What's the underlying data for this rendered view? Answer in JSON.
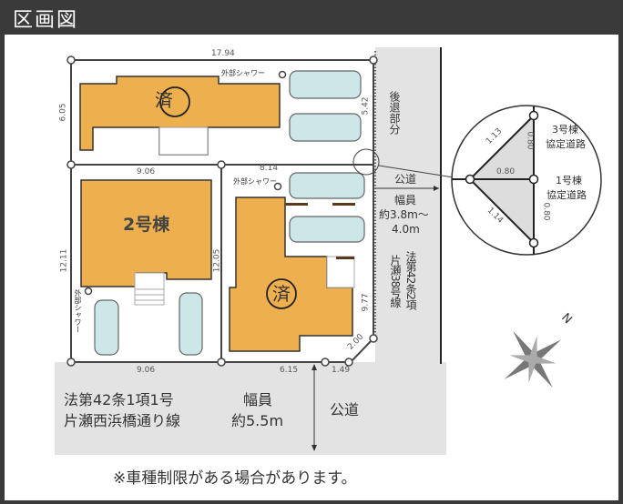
{
  "title": "区画図",
  "buildings": {
    "top": "済",
    "lot2": "2号棟",
    "lot1": "済"
  },
  "dims": {
    "top_width": "17.94",
    "top_depth": "6.05",
    "top_right": "5.42",
    "mid_left_width": "9.06",
    "mid_right_width": "8.14",
    "lot2_depth": "12.11",
    "lot1_depth": "12.05",
    "bottom_left": "9.06",
    "bottom_right": "6.15",
    "bottom_corner": "1.49",
    "chamfer": "2.00",
    "right_side": "9.77"
  },
  "shower": "外部シャワー",
  "right_road": {
    "setback": "後退部分",
    "name": "公道",
    "width_label": "幅員",
    "width_value": "約3.8m～",
    "width_value2": "4.0m",
    "law": "法第42条2項",
    "route": "片瀬38号線"
  },
  "bottom_road": {
    "law": "法第42条1項1号",
    "route": "片瀬西浜橋通り線",
    "width_label": "幅員",
    "width_value": "約5.5m",
    "name": "公道"
  },
  "detail": {
    "d1": "1.13",
    "d2": "0.80",
    "d3": "0.80",
    "d4": "1.14",
    "d5": "0.80",
    "label3": "3号棟",
    "label3b": "協定道路",
    "label1": "1号棟",
    "label1b": "協定道路"
  },
  "compass": "N",
  "note": "※車種制限がある場合があります。",
  "colors": {
    "building": "#eeaf4f",
    "road": "#e3e3e3",
    "car": "#cde6e8"
  }
}
